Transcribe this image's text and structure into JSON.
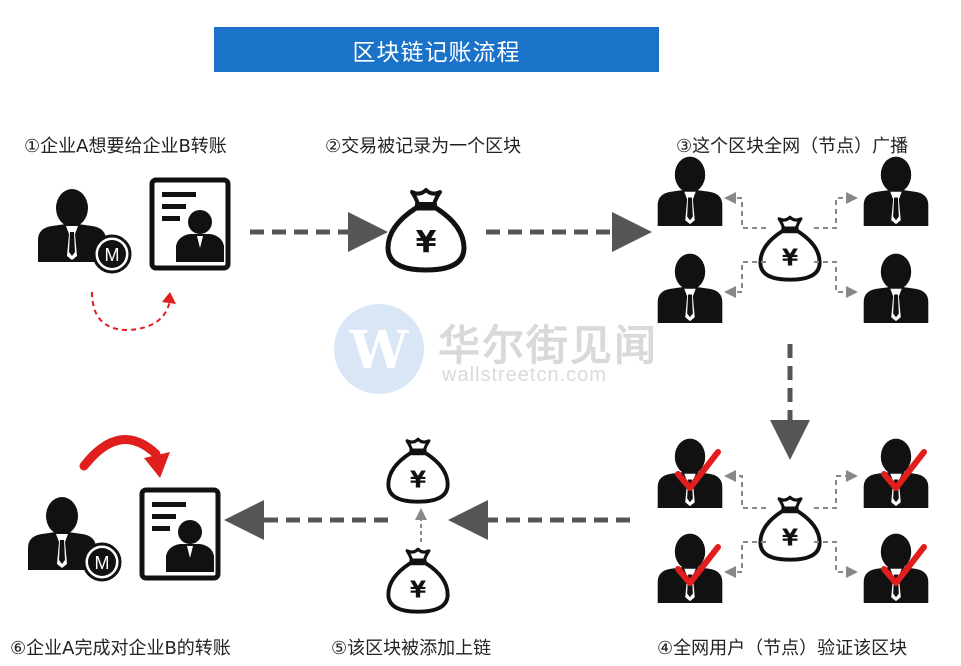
{
  "title": "区块链记账流程",
  "steps": {
    "s1": "①企业A想要给企业B转账",
    "s2": "②交易被记录为一个区块",
    "s3": "③这个区块全网（节点）广播",
    "s4": "④全网用户（节点）验证该区块",
    "s5": "⑤该区块被添加上链",
    "s6": "⑥企业A完成对企业B的转账"
  },
  "badge_letter": "M",
  "currency_symbol": "¥",
  "watermark": {
    "name": "华尔街见闻",
    "url": "wallstreetcn.com",
    "logo_letter": "W"
  },
  "colors": {
    "title_bg": "#1a73c9",
    "icon": "#111111",
    "arrow": "#555555",
    "check": "#e01e1e",
    "red_arrow": "#e01e1e",
    "watermark": "#a9c9ec"
  }
}
